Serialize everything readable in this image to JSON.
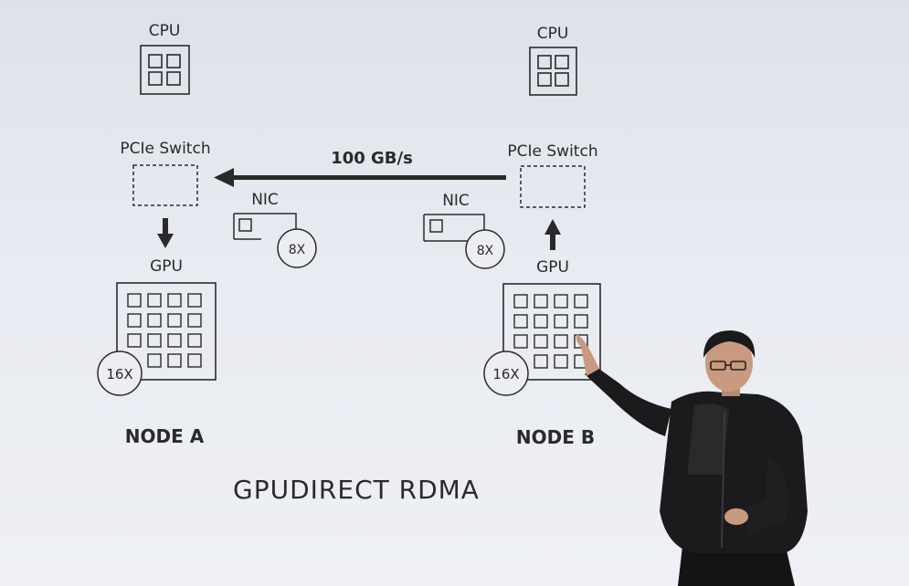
{
  "node_a": {
    "cpu_label": "CPU",
    "pcie_label": "PCIe Switch",
    "nic_label": "NIC",
    "nic_badge": "8X",
    "gpu_label": "GPU",
    "gpu_badge": "16X",
    "node_label": "NODE A"
  },
  "node_b": {
    "cpu_label": "CPU",
    "pcie_label": "PCIe Switch",
    "nic_label": "NIC",
    "nic_badge": "8X",
    "gpu_label": "GPU",
    "gpu_badge": "16X",
    "node_label": "NODE B"
  },
  "link": {
    "bandwidth": "100 GB/s"
  },
  "title": "GPUDIRECT RDMA",
  "colors": {
    "ink": "#2a2a2a",
    "background": "#e6e9ef"
  }
}
